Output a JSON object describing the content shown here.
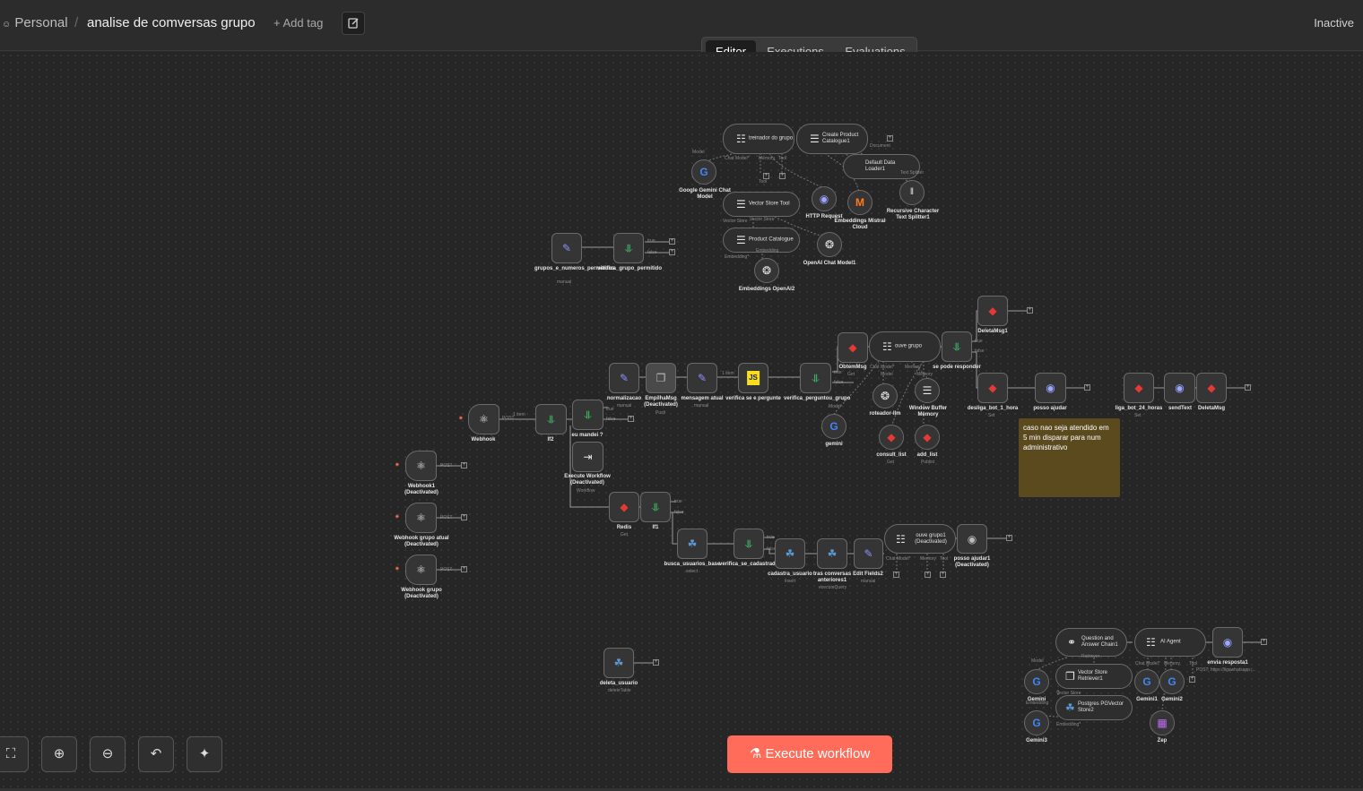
{
  "header": {
    "breadcrumb_personal": "Personal",
    "breadcrumb_separator": "/",
    "workflow_title": "analise de comversas grupo",
    "add_tag": "+ Add tag",
    "status": "Inactive"
  },
  "tabs": {
    "editor": "Editor",
    "executions": "Executions",
    "evaluations": "Evaluations"
  },
  "sticky_note": "caso nao seja atendido em 5 min disparar para num administrativo",
  "execute_button": "Execute workflow",
  "colors": {
    "accent": "#ff6d5a",
    "sticky": "#5c4a1f",
    "canvas": "#262626"
  },
  "nodes": {
    "treinador": "treinador do grupo",
    "create_product": "Create Product Catalogue1",
    "default_loader": "Default Data Loader1",
    "gemini_chat": "Google Gemini Chat Model",
    "vector_store_tool": "Vector Store Tool",
    "http_request": "HTTP Request",
    "embeddings_mistral": "Embeddings Mistral Cloud",
    "recursive_splitter": "Recursive Character Text Splitter1",
    "product_catalogue": "Product Catalogue",
    "openai_chat": "OpenAI Chat Model1",
    "embeddings_openai": "Embeddings OpenAI2",
    "grupos_numeros": "grupos_e_numeros_permitidos",
    "verifica_grupo": "verifica_grupo_permitido",
    "deletamsg1": "DeletaMsg1",
    "obtemmsg": "ObtemMsg",
    "ouve_grupo": "ouve grupo",
    "se_pode_responder": "se pode responder",
    "normalizacao": "normalizacao",
    "empilhamsg": "EmpilhaMsg (Deactivated)",
    "mensagem_atual": "mensagem atual",
    "verifica_pergunte": "verifica se e pergunte",
    "verifica_perguntou": "verifica_perguntou_grupo",
    "roteador": "roteador-llm",
    "window_buffer": "Window Buffer Memory",
    "gemini": "gemini",
    "consult_list": "consult_list",
    "add_list": "add_list",
    "desliga_bot": "desliga_bot_1_hora",
    "posso_ajudar": "posso ajudar",
    "liga_bot": "liga_bot_24_horas",
    "sendtext": "sendText",
    "deletamsg": "DeletaMsg",
    "webhook": "Webhook",
    "if2": "If2",
    "eu_mandei": "eu mandei ?",
    "execute_workflow": "Execute Workflow (Deactivated)",
    "webhook1": "Webhook1 (Deactivated)",
    "webhook_grupo_atual": "Webhook grupo atual (Deactivated)",
    "webhook_grupo": "Webhook grupo (Deactivated)",
    "redis": "Redis",
    "if1": "If1",
    "busca_usuarios": "busca_usuarios_base",
    "verifica_cadastrado": "verifica_se_cadastrado",
    "cadastra_usuario": "cadastra_usuario",
    "tras_conversas": "tras conversas anteriores1",
    "edit_fields2": "Edit Fields2",
    "ouve_grupo1": "ouve grupo1 (Deactivated)",
    "posso_ajudar1": "posso ajudar1 (Deactivated)",
    "deleta_usuario": "deleta_usuario",
    "qa_chain": "Question and Answer Chain1",
    "ai_agent": "AI Agent",
    "envia_resposta": "envia resposta1",
    "vector_retriever": "Vector Store Retriever1",
    "gemini_n": "Gemini",
    "gemini1": "Gemini1",
    "gemini2": "Gemini2",
    "postgres_pgvector": "Postgres PGVector Store2",
    "gemini3": "Gemini3",
    "zep": "Zep"
  },
  "subs": {
    "manual": "manual",
    "get": "Get",
    "push": "Push",
    "publist": "Publist",
    "set": "Set",
    "workflow": "Workflow",
    "select": "select",
    "insert": "insert",
    "execute_query": "executeQuery",
    "delete_table": "deleteTable",
    "post_url": "POST: https://ligawhatsapp.i...",
    "one_item": "1 item",
    "post": "POST"
  },
  "branch": {
    "true": "true",
    "false": "false"
  },
  "handles": {
    "model": "Model",
    "chat_model": "Chat Model*",
    "memory": "Memory",
    "tool": "Tool",
    "embedding": "Embedding*",
    "embedding_plain": "Embedding",
    "document": "Document",
    "text_splitter": "Text Splitter",
    "vector_store": "Vector Store",
    "retriever": "Retriever"
  },
  "icons": {
    "user": "user-icon",
    "edit": "edit-icon",
    "fit": "fit-view-icon",
    "zoom_in": "zoom-in-icon",
    "zoom_out": "zoom-out-icon",
    "undo": "undo-icon",
    "tidy": "tidy-icon",
    "flask": "flask-icon"
  }
}
